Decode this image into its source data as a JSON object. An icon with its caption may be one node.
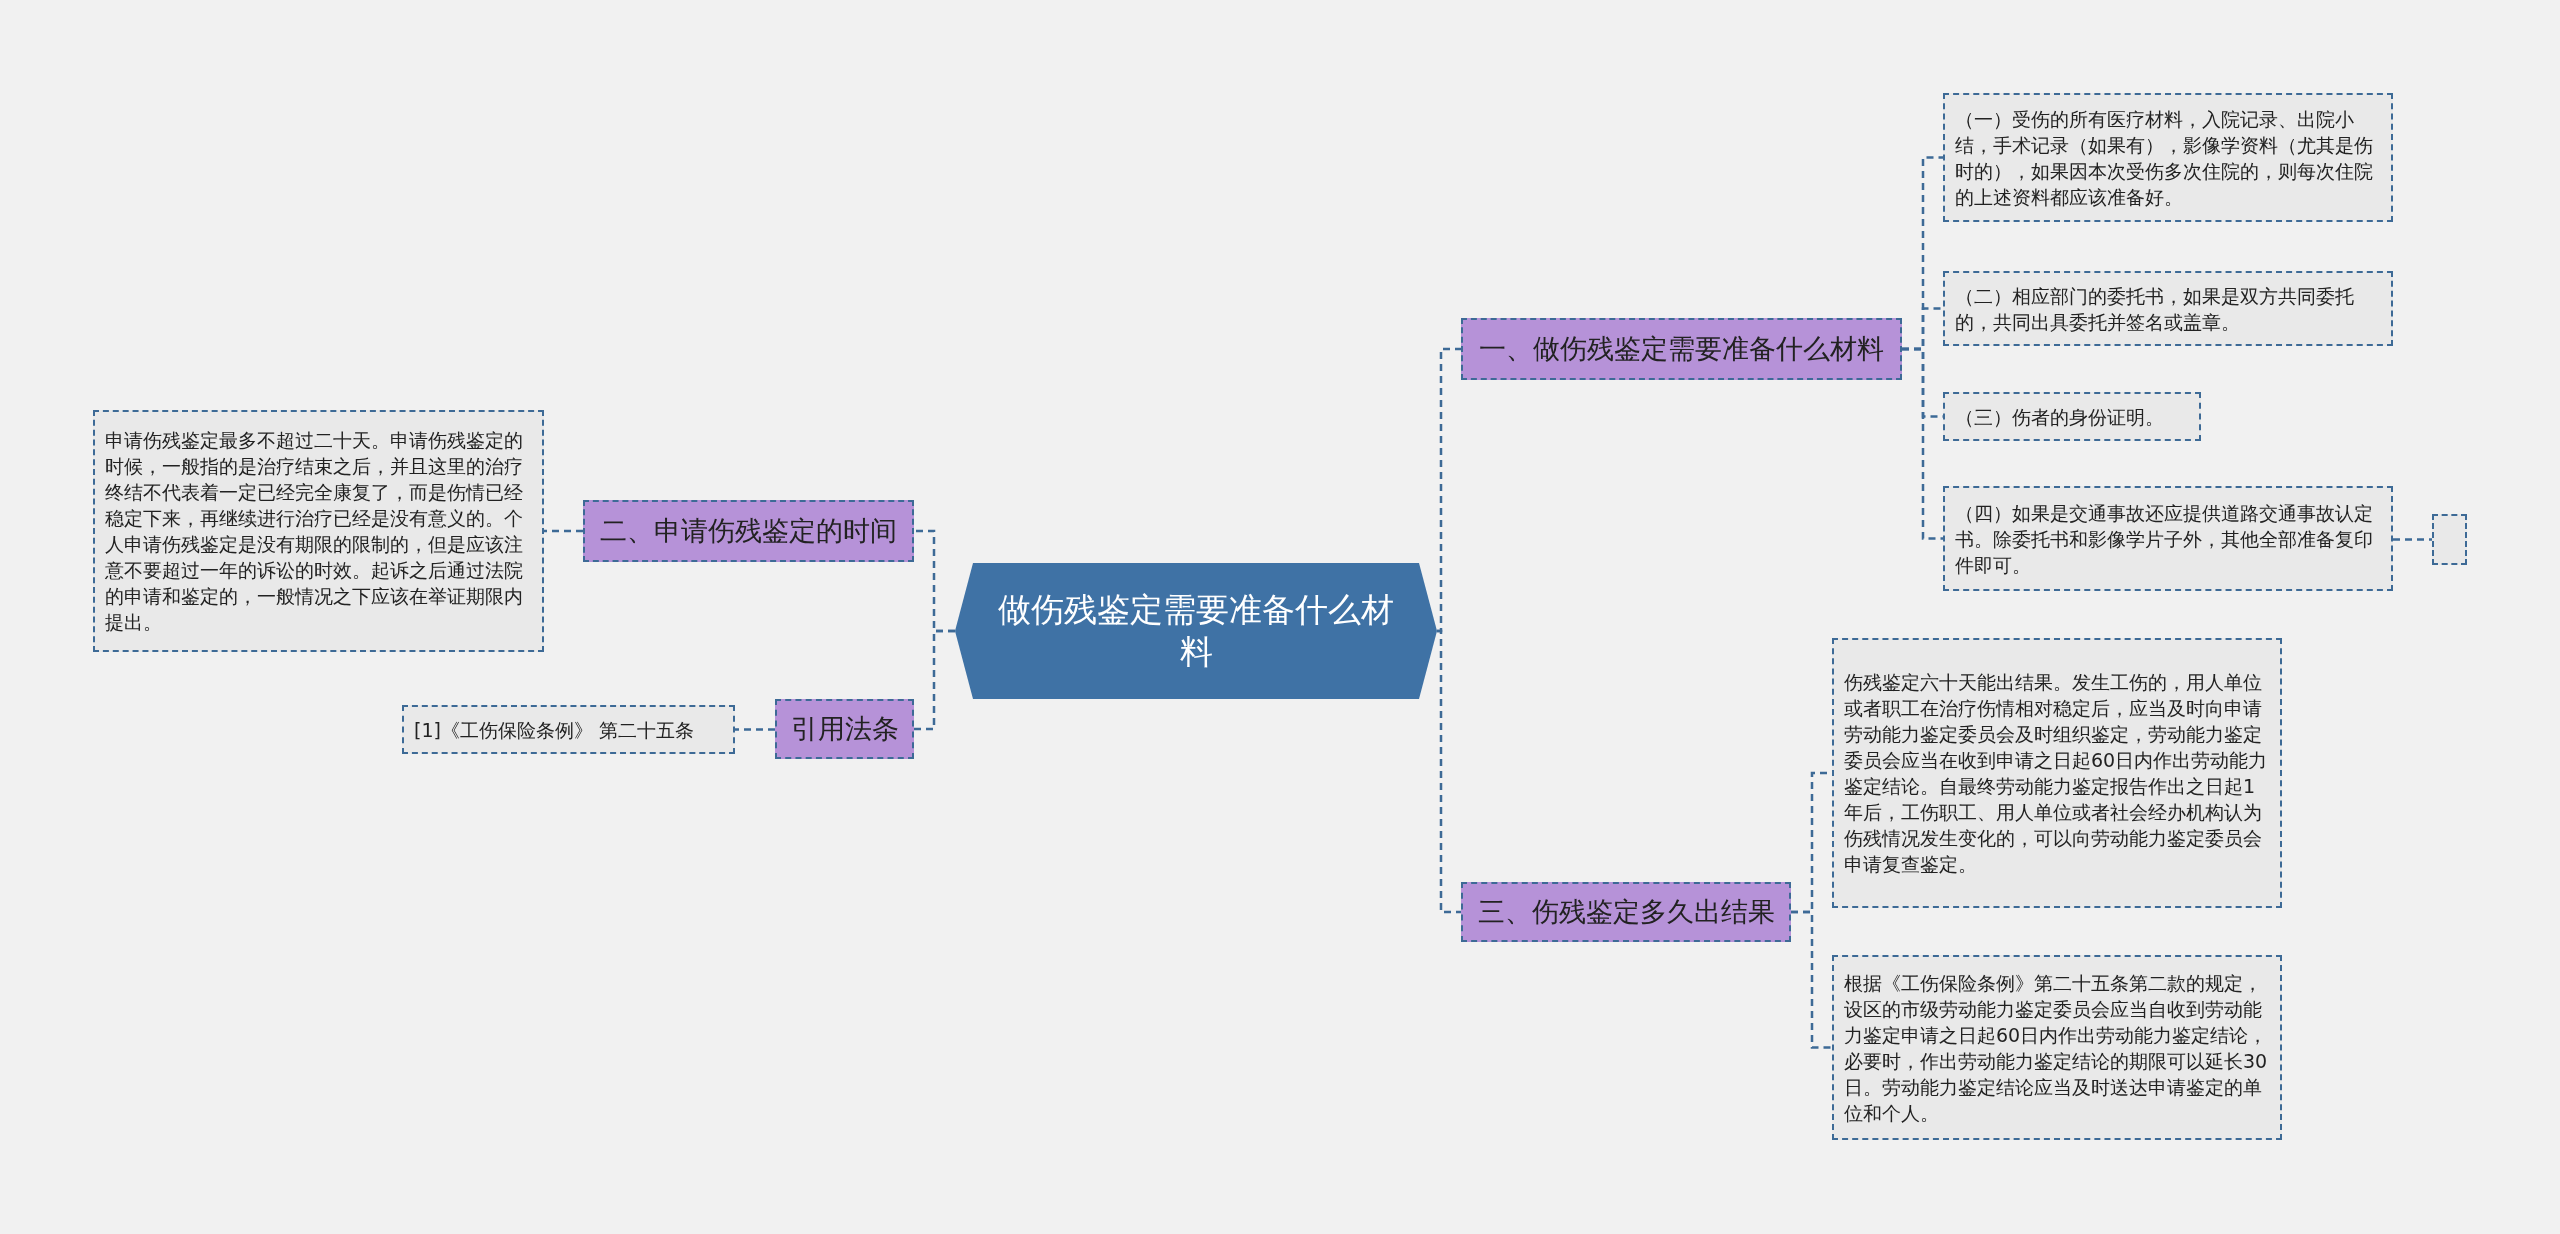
{
  "diagram": {
    "nodes": [
      {
        "text": [
          "做伤残鉴定需要准备什么材料"
        ]
      },
      {
        "text": [
          "一、做伤残鉴定需要准备什么材料"
        ]
      },
      {
        "text": [
          "（一）受伤的所有医疗材料，入院记录、出院小结，手术记录（如果有），影像学资料（尤其是伤时的），如果因本次受伤多次住院的，则每次住院的上述资料都应该准备好。"
        ]
      },
      {
        "text": [
          "（二）相应部门的委托书，如果是双方共同委托的，共同出具委托并签名或盖章。"
        ]
      },
      {
        "text": [
          "（三）伤者的身份证明。"
        ]
      },
      {
        "text": [
          "（四）如果是交通事故还应提供道路交通事故认定书。除委托书和影像学片子外，其他全部准备复印件即可。"
        ]
      },
      {
        "text": [],
        "shape": "box"
      },
      {
        "text": [
          "二、申请伤残鉴定的时间"
        ]
      },
      {
        "text": [
          "申请伤残鉴定最多不超过二十天。申请伤残鉴定的时候，一般指的是治疗结束之后，并且这里的治疗终结不代表着一定已经完全康复了，而是伤情已经稳定下来，再继续进行治疗已经是没有意义的。个人申请伤残鉴定是没有期限的限制的，但是应该注意不要超过一年的诉讼的时效。起诉之后通过法院的申请和鉴定的，一般情况之下应该在举证期限内提出。"
        ]
      },
      {
        "text": [
          "三、伤残鉴定多久出结果"
        ]
      },
      {
        "text": [
          "伤残鉴定六十天能出结果。发生工伤的，用人单位或者职工在治疗伤情相对稳定后，应当及时向申请劳动能力鉴定委员会及时组织鉴定，劳动能力鉴定委员会应当在收到申请之日起60日内作出劳动能力鉴定结论。自最终劳动能力鉴定报告作出之日起1年后，工伤职工、用人单位或者社会经办机构认为伤残情况发生变化的，可以向劳动能力鉴定委员会申请复查鉴定。"
        ]
      },
      {
        "text": [
          "根据《工伤保险条例》第二十五条第二款的规定，设区的市级劳动能力鉴定委员会应当自收到劳动能力鉴定申请之日起60日内作出劳动能力鉴定结论，必要时，作出劳动能力鉴定结论的期限可以延长30日。劳动能力鉴定结论应当及时送达申请鉴定的单位和个人。"
        ]
      },
      {
        "text": [
          "引用法条"
        ]
      },
      {
        "text": [
          "[1]《工伤保险条例》 第二十五条"
        ]
      }
    ],
    "edges": [
      {
        "from": 0,
        "to": 1,
        "arrow": "none"
      },
      {
        "from": 1,
        "to": 2,
        "arrow": "none"
      },
      {
        "from": 1,
        "to": 3,
        "arrow": "none"
      },
      {
        "from": 1,
        "to": 4,
        "arrow": "none"
      },
      {
        "from": 1,
        "to": 5,
        "arrow": "none"
      },
      {
        "from": 5,
        "to": 6,
        "arrow": "none"
      },
      {
        "from": 0,
        "to": 7,
        "arrow": "none"
      },
      {
        "from": 7,
        "to": 8,
        "arrow": "none"
      },
      {
        "from": 0,
        "to": 9,
        "arrow": "none"
      },
      {
        "from": 9,
        "to": 10,
        "arrow": "none"
      },
      {
        "from": 9,
        "to": 11,
        "arrow": "none"
      },
      {
        "from": 0,
        "to": 12,
        "arrow": "none"
      },
      {
        "from": 12,
        "to": 13,
        "arrow": "none"
      }
    ]
  }
}
